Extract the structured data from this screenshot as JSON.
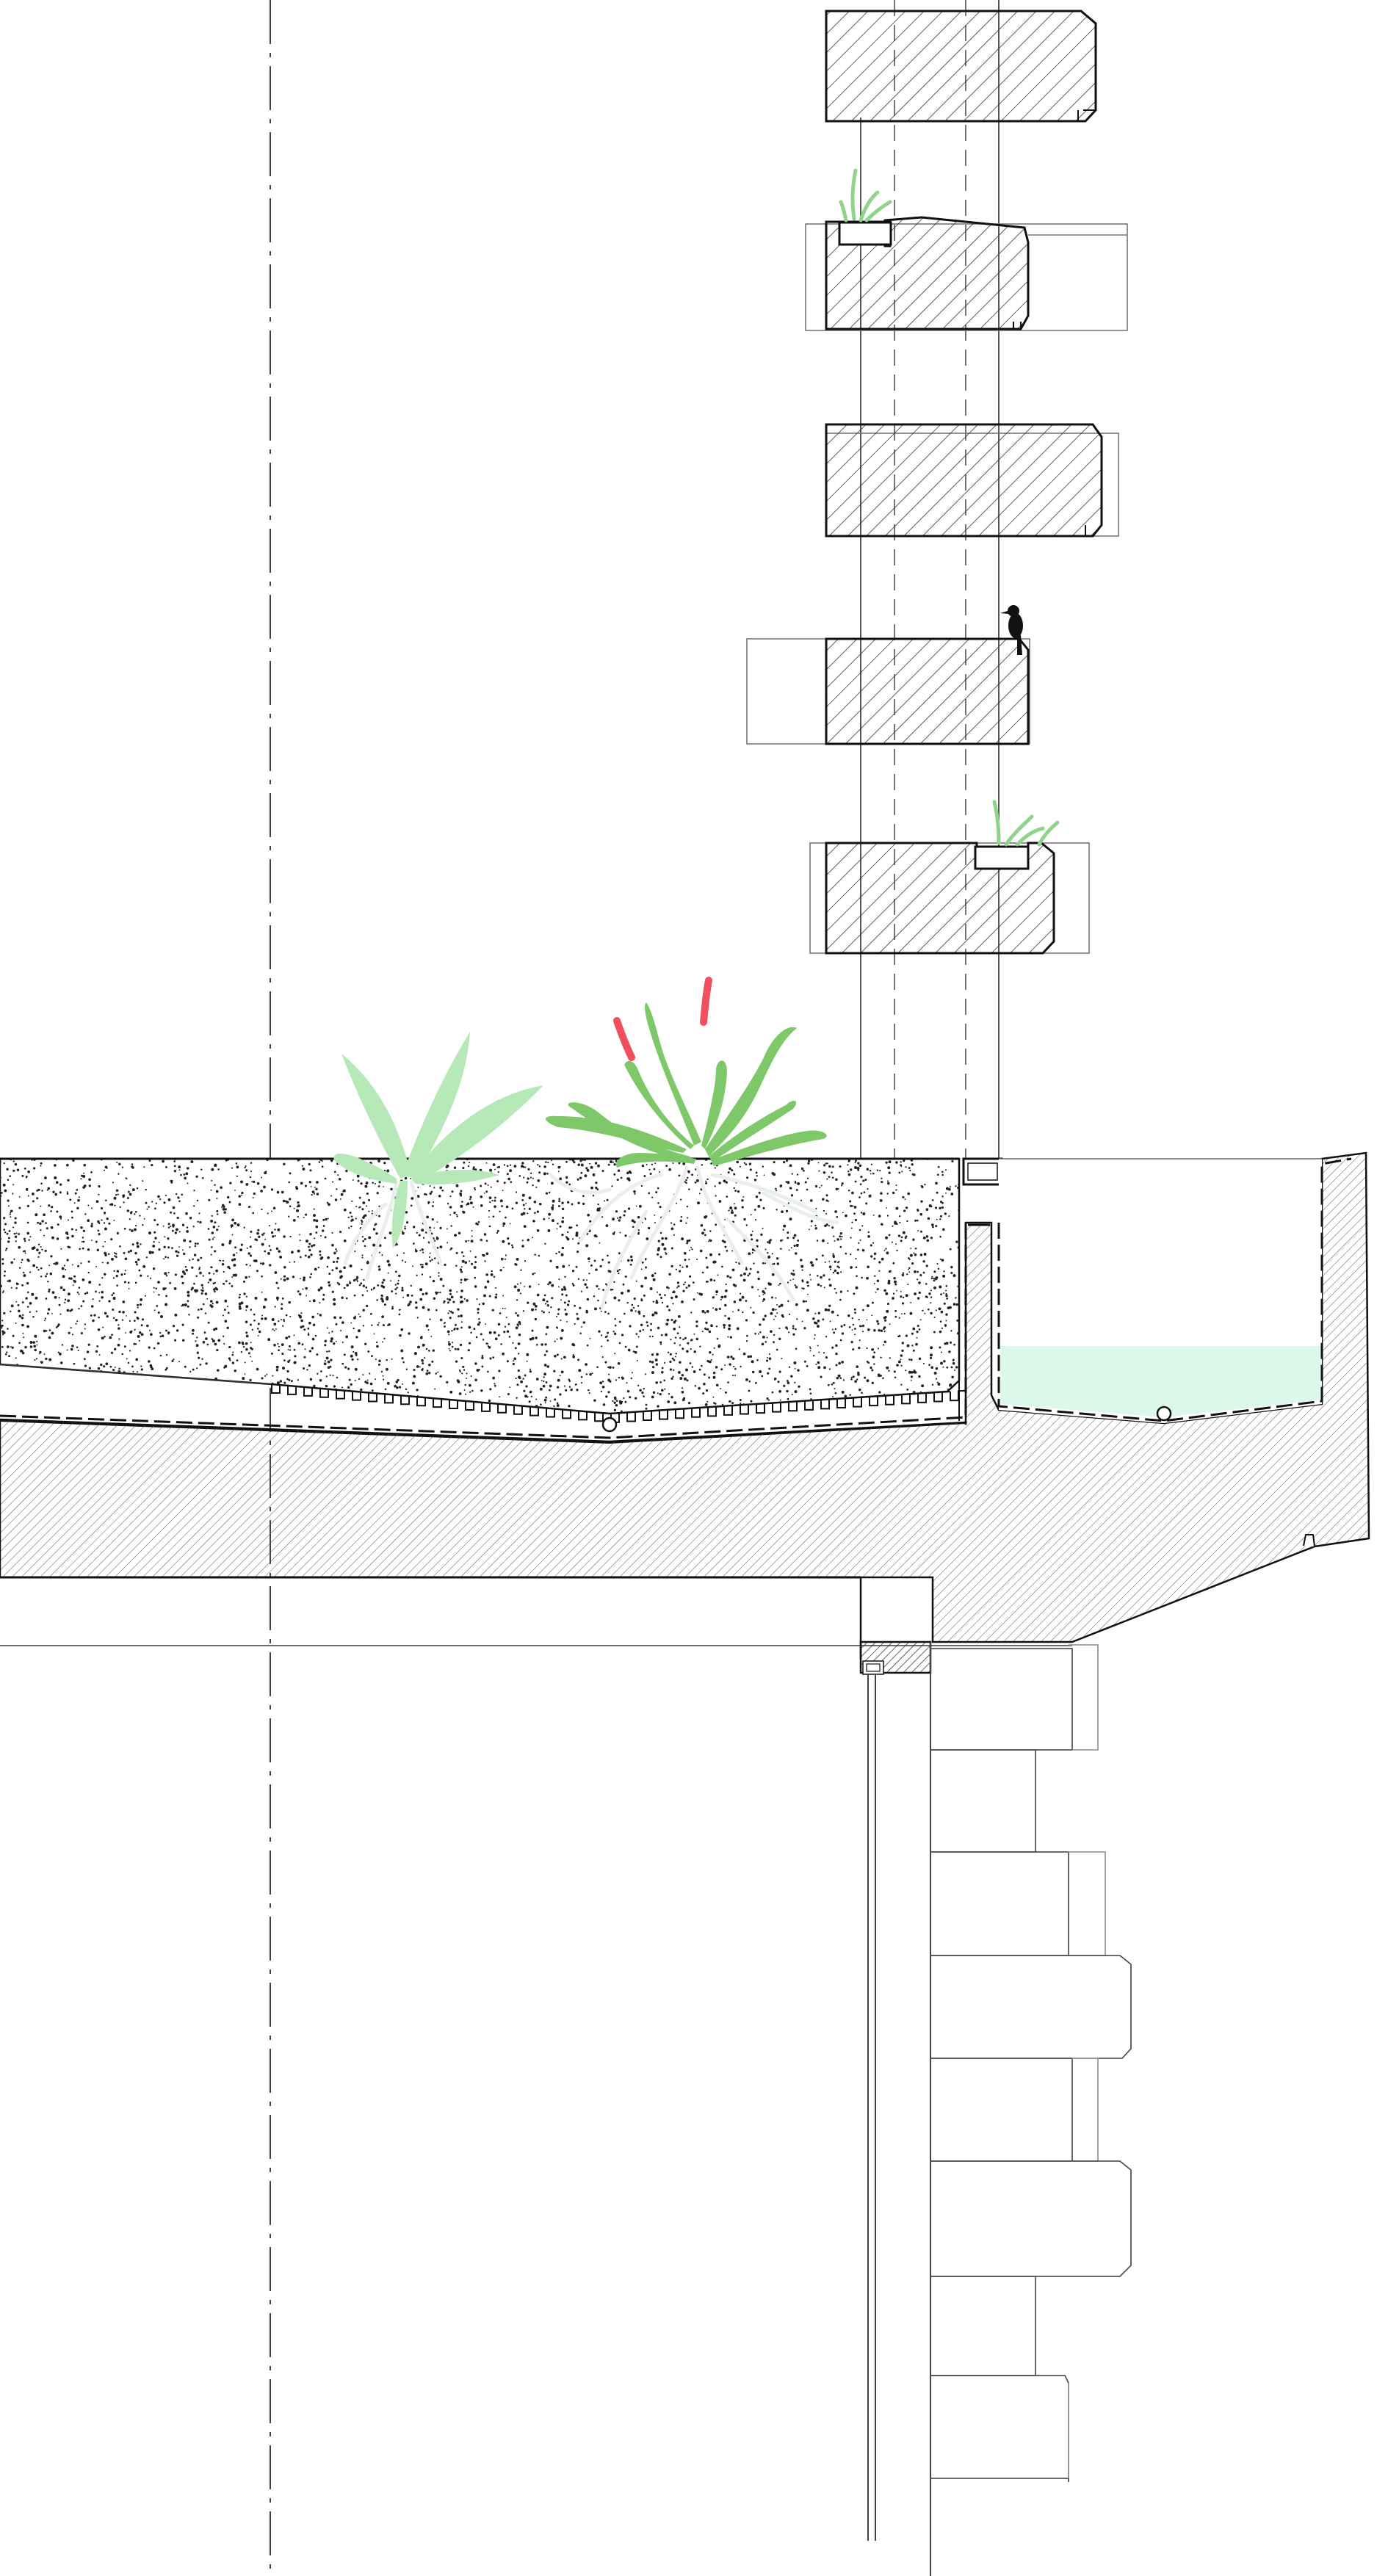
{
  "drawing": {
    "kind": "architectural-section-detail",
    "background": "#ffffff",
    "colors": {
      "line": "#1a1a1a",
      "thin_line": "#555555",
      "faint_line": "#8a8a8a",
      "plant_green": "#7fc86a",
      "plant_light_green": "#b6e8b8",
      "grass_green": "#8fd48a",
      "red_flower": "#ef4f5f",
      "water": "#dcf8ea",
      "root": "#e8efec",
      "bird": "#111111"
    },
    "elements": {
      "louvers": {
        "count": 5,
        "material": "hatched"
      },
      "soil_bed": {
        "material": "stippled"
      },
      "concrete_slab": {
        "material": "hatched"
      },
      "gutter": {
        "contains": "water"
      },
      "plants": [
        "large-green-plant",
        "light-green-plant",
        "small-grass"
      ],
      "fauna": [
        "bird-icon"
      ]
    }
  }
}
